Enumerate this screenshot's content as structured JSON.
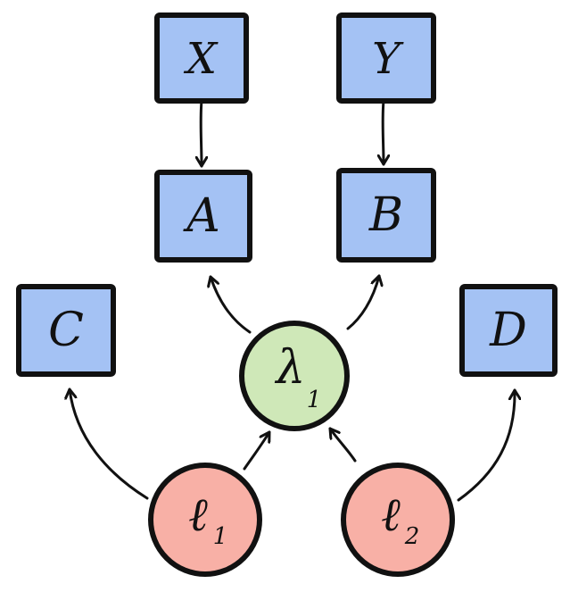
{
  "colors": {
    "observed_fill": "#a4c2f4",
    "latent_fill": "#cfe8b8",
    "factor_fill": "#f8b0a6",
    "stroke": "#111111"
  },
  "nodes": {
    "x": {
      "label": "X"
    },
    "y": {
      "label": "Y"
    },
    "a": {
      "label": "A"
    },
    "b": {
      "label": "B"
    },
    "c": {
      "label": "C"
    },
    "d": {
      "label": "D"
    },
    "lambda1": {
      "label": "λ",
      "subscript": "1"
    },
    "l1": {
      "label": "ℓ",
      "subscript": "1"
    },
    "l2": {
      "label": "ℓ",
      "subscript": "2"
    }
  },
  "edges": [
    {
      "from": "X",
      "to": "A"
    },
    {
      "from": "Y",
      "to": "B"
    },
    {
      "from": "λ1",
      "to": "A"
    },
    {
      "from": "λ1",
      "to": "B"
    },
    {
      "from": "ℓ1",
      "to": "C"
    },
    {
      "from": "ℓ1",
      "to": "λ1"
    },
    {
      "from": "ℓ2",
      "to": "λ1"
    },
    {
      "from": "ℓ2",
      "to": "D"
    }
  ]
}
